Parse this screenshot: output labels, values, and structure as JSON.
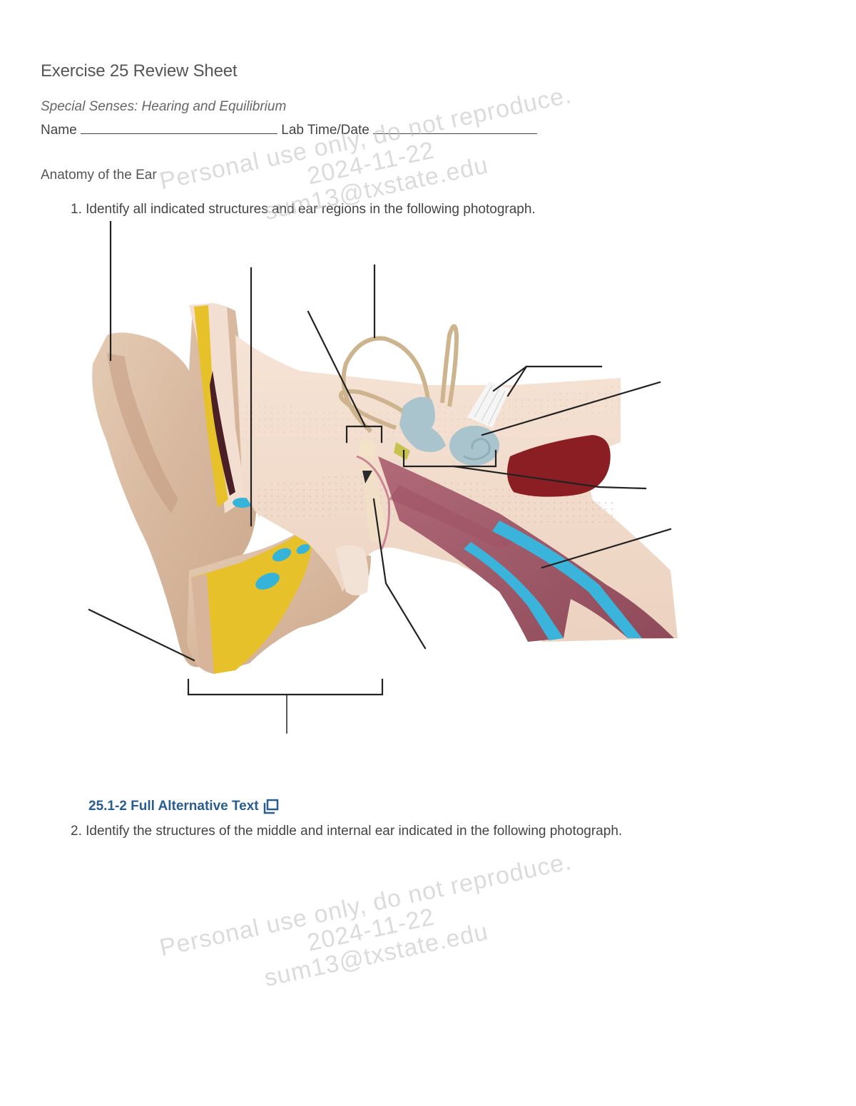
{
  "header": {
    "title": "Exercise 25 Review Sheet",
    "subtitle": "Special Senses: Hearing and Equilibrium",
    "name_label": "Name",
    "lab_time_label": "Lab Time/Date"
  },
  "section": {
    "heading": "Anatomy of the Ear"
  },
  "questions": [
    {
      "number": "1.",
      "text": "Identify all indicated structures and ear regions in the following photograph."
    },
    {
      "number": "2.",
      "text": "Identify the structures of the middle and internal ear indicated in the following photograph."
    }
  ],
  "figure": {
    "description": "Photograph of ear anatomy model with unlabeled leader lines and brackets",
    "label_count": 13,
    "alt_text_link": "25.1-2 Full Alternative Text",
    "alt_text_icon": "external-window-icon"
  },
  "watermark": {
    "line1": "Personal use only, do not reproduce.",
    "line2": "2024-11-22",
    "line3": "sum13@txstate.edu"
  },
  "colors": {
    "link": "#2a5d8f",
    "text": "#444444",
    "watermark": "#bebebe"
  }
}
